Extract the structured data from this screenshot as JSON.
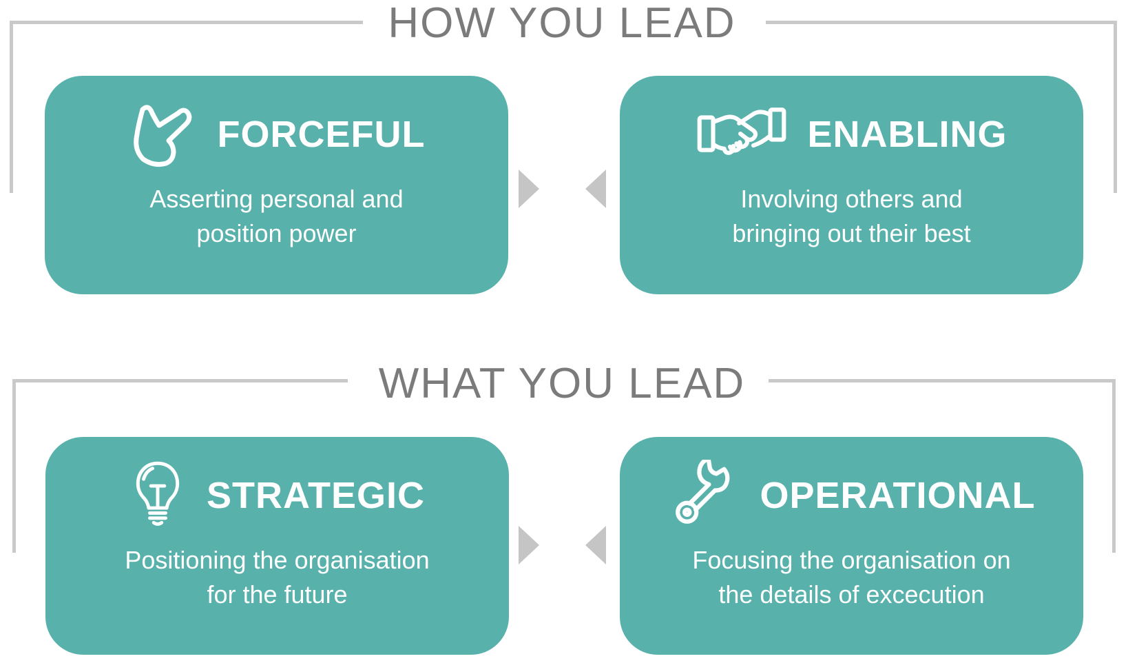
{
  "colors": {
    "card_teal": "#58b2ab",
    "header_gray": "#7b7b7b",
    "bracket_line_gray": "#c9c9c9",
    "arrow_gray": "#c5c5c5",
    "card_text": "#ffffff"
  },
  "sections": [
    {
      "id": "how-you-lead",
      "header": "HOW YOU LEAD",
      "cards": [
        {
          "id": "forceful",
          "icon": "pointing-hand-icon",
          "title": "FORCEFUL",
          "description": "Asserting personal and\nposition power"
        },
        {
          "id": "enabling",
          "icon": "handshake-icon",
          "title": "ENABLING",
          "description": "Involving others and\nbringing out their best"
        }
      ]
    },
    {
      "id": "what-you-lead",
      "header": "WHAT YOU LEAD",
      "cards": [
        {
          "id": "strategic",
          "icon": "lightbulb-icon",
          "title": "STRATEGIC",
          "description": "Positioning the organisation\nfor the future"
        },
        {
          "id": "operational",
          "icon": "wrench-icon",
          "title": "OPERATIONAL",
          "description": "Focusing the organisation on\nthe details of excecution"
        }
      ]
    }
  ]
}
